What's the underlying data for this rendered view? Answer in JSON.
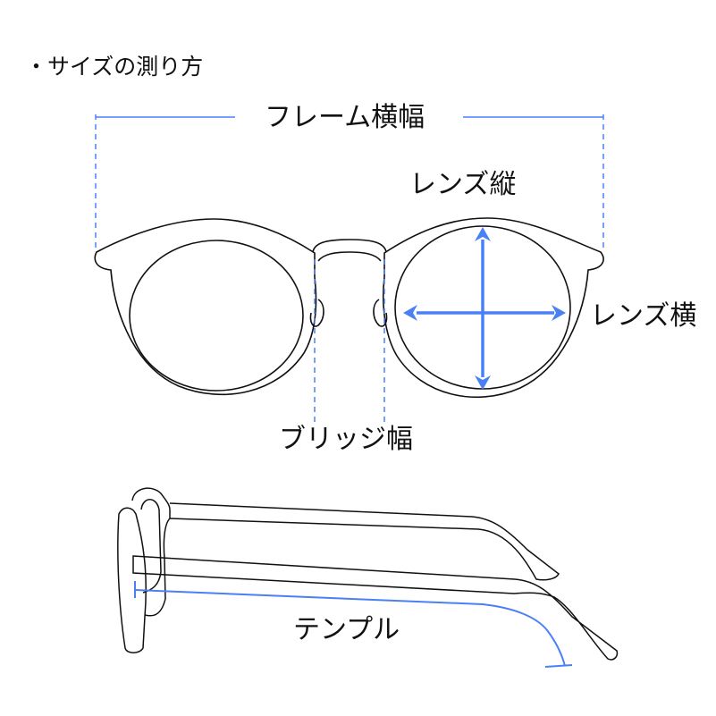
{
  "title": "・サイズの測り方",
  "labels": {
    "frame_width": "フレーム横幅",
    "lens_height": "レンズ縦",
    "lens_width": "レンズ横",
    "bridge_width": "ブリッジ幅",
    "temple": "テンプル"
  },
  "colors": {
    "measure": "#4a80f5",
    "outline": "#111111"
  }
}
